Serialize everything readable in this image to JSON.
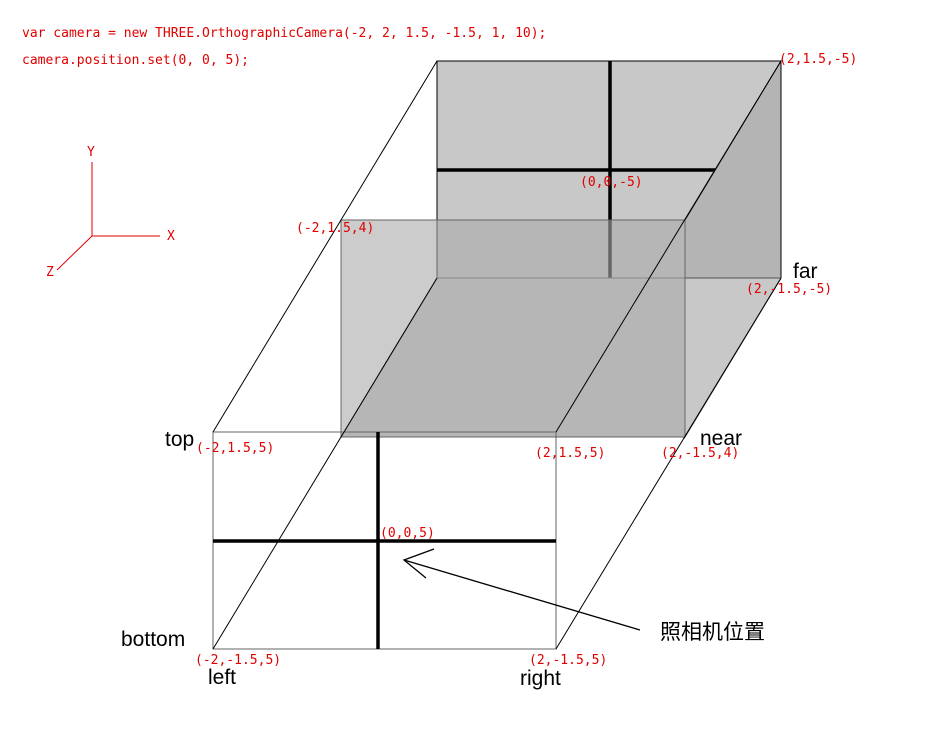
{
  "code": {
    "line1": "var camera = new THREE.OrthographicCamera(-2, 2, 1.5, -1.5, 1, 10);",
    "line2": "camera.position.set(0, 0, 5);"
  },
  "axes": {
    "x": "X",
    "y": "Y",
    "z": "Z"
  },
  "planes": {
    "top": "top",
    "bottom": "bottom",
    "left": "left",
    "right": "right",
    "near": "near",
    "far": "far"
  },
  "coords": {
    "far_top_right": "(2,1.5,-5)",
    "far_center": "(0,0,-5)",
    "far_bottom_right": "(2,-1.5,-5)",
    "near_top_left": "(-2,1.5,4)",
    "near_bottom_right": "(2,-1.5,4)",
    "cam_top_left": "(-2,1.5,5)",
    "cam_top_right": "(2,1.5,5)",
    "cam_center": "(0,0,5)",
    "cam_bottom_left": "(-2,-1.5,5)",
    "cam_bottom_right": "(2,-1.5,5)"
  },
  "caption": "照相机位置",
  "colors": {
    "annotation": "#e00000",
    "box_fill": "#c8c8c8",
    "line": "#000000"
  }
}
